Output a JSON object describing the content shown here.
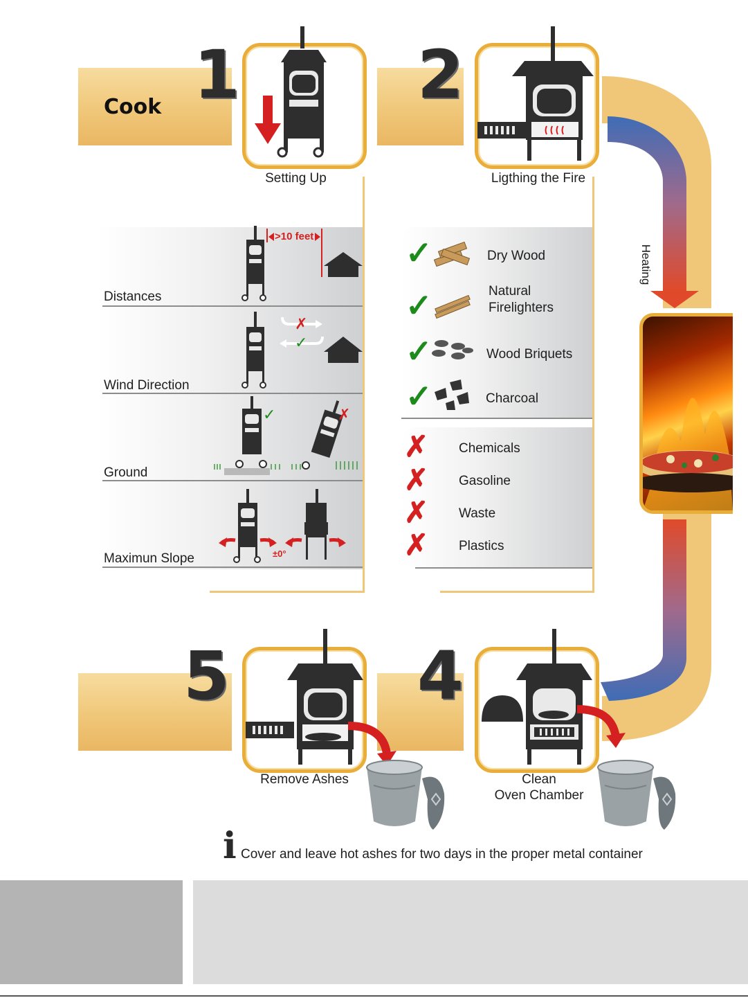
{
  "header": {
    "cook_label": "Cook"
  },
  "steps": {
    "s1": {
      "number": "1",
      "caption": "Setting Up"
    },
    "s2": {
      "number": "2",
      "caption": "Ligthing the Fire"
    },
    "s4": {
      "number": "4",
      "caption_line1": "Clean",
      "caption_line2": "Oven Chamber"
    },
    "s5": {
      "number": "5",
      "caption": "Remove Ashes"
    }
  },
  "flow": {
    "heating_label": "Heating"
  },
  "setup_checks": [
    {
      "label": "Distances",
      "annotation": ">10 feet"
    },
    {
      "label": "Wind Direction"
    },
    {
      "label": "Ground"
    },
    {
      "label": "Maximun Slope",
      "annotation": "±0°"
    }
  ],
  "allowed_fuels": [
    {
      "label": "Dry Wood"
    },
    {
      "label": "Natural Firelighters"
    },
    {
      "label": "Wood Briquets"
    },
    {
      "label": "Charcoal"
    }
  ],
  "forbidden_fuels": [
    {
      "label": "Chemicals"
    },
    {
      "label": "Gasoline"
    },
    {
      "label": "Waste"
    },
    {
      "label": "Plastics"
    }
  ],
  "info": {
    "icon_glyph": "i",
    "text": "Cover and leave hot ashes for two days in the proper metal container"
  },
  "symbols": {
    "check": "✓",
    "cross": "✗"
  },
  "colors": {
    "gold": "#f0c779",
    "frame": "#e9ad3a",
    "check": "#1c8b1c",
    "cross": "#d42020",
    "arrow": "#d42020",
    "footer_dark": "#b4b4b4",
    "footer_light": "#dcdcdc"
  }
}
